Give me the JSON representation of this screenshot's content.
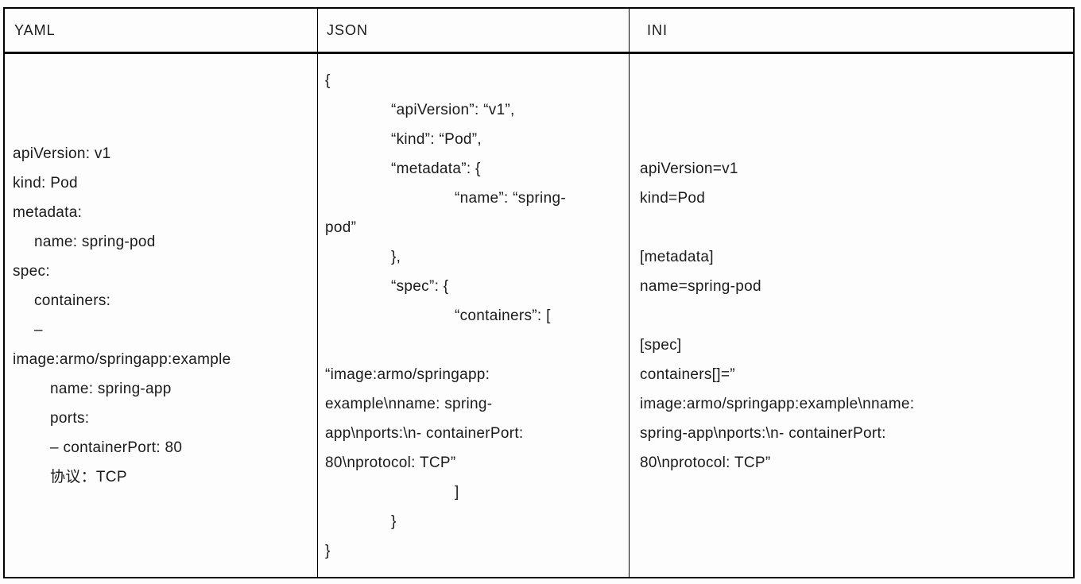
{
  "colors": {
    "text": "#1b1b1b",
    "border": "#000000",
    "background": "#fdfdfd"
  },
  "table": {
    "columns": [
      {
        "id": "yaml",
        "header": "YAML"
      },
      {
        "id": "json",
        "header": "JSON"
      },
      {
        "id": "ini",
        "header": "INI"
      }
    ],
    "yaml_lines": [
      {
        "text": "apiVersion: v1",
        "ind": 0
      },
      {
        "text": "kind: Pod",
        "ind": 0
      },
      {
        "text": "metadata:",
        "ind": 0
      },
      {
        "text": "name: spring-pod",
        "ind": 1
      },
      {
        "text": "spec:",
        "ind": 0
      },
      {
        "text": "containers:",
        "ind": 1
      },
      {
        "text": "–",
        "ind": 1
      },
      {
        "text": "image:armo/springapp:example",
        "ind": 0
      },
      {
        "text": "name: spring-app",
        "ind": 2
      },
      {
        "text": "ports:",
        "ind": 2
      },
      {
        "text": "– containerPort: 80",
        "ind": 2
      },
      {
        "text": "协议：TCP",
        "ind": 2
      }
    ],
    "json_lines": [
      {
        "text": "{",
        "ind": 0
      },
      {
        "text": "“apiVersion”: “v1”,",
        "ind": 1
      },
      {
        "text": "“kind”: “Pod”,",
        "ind": 1
      },
      {
        "text": "“metadata”: {",
        "ind": 1
      },
      {
        "text": "“name”: “spring-",
        "ind": 2
      },
      {
        "text": "pod”",
        "ind": 0
      },
      {
        "text": "},",
        "ind": 1
      },
      {
        "text": "“spec”: {",
        "ind": 1
      },
      {
        "text": "“containers”: [",
        "ind": 2
      },
      {
        "text": "",
        "ind": 0
      },
      {
        "text": "“image:armo/springapp:",
        "ind": 0
      },
      {
        "text": "example\\nname: spring-",
        "ind": 0
      },
      {
        "text": "app\\nports:\\n- containerPort:",
        "ind": 0
      },
      {
        "text": "80\\nprotocol: TCP”",
        "ind": 0
      },
      {
        "text": "]",
        "ind": 2
      },
      {
        "text": "}",
        "ind": 1
      },
      {
        "text": "}",
        "ind": 0
      }
    ],
    "ini_lines": [
      {
        "text": "apiVersion=v1",
        "ind": 0
      },
      {
        "text": "kind=Pod",
        "ind": 0
      },
      {
        "text": "",
        "ind": 0
      },
      {
        "text": "[metadata]",
        "ind": 0
      },
      {
        "text": "name=spring-pod",
        "ind": 0
      },
      {
        "text": "",
        "ind": 0
      },
      {
        "text": "[spec]",
        "ind": 0
      },
      {
        "text": "containers[]=”",
        "ind": 0
      },
      {
        "text": "image:armo/springapp:example\\nname:",
        "ind": 0
      },
      {
        "text": "spring-app\\nports:\\n- containerPort:",
        "ind": 0
      },
      {
        "text": "80\\nprotocol: TCP”",
        "ind": 0
      }
    ]
  }
}
